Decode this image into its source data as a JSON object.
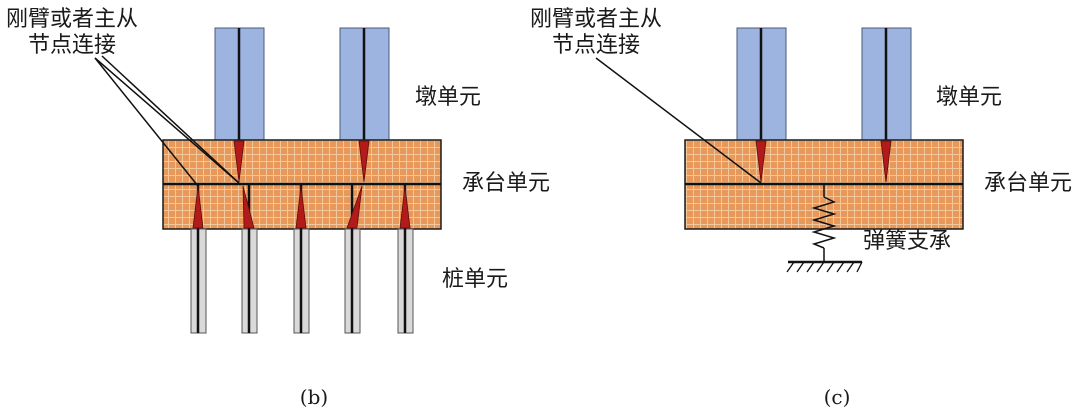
{
  "colors": {
    "pier_fill": "#9db4e0",
    "pier_stroke": "#4a5a7a",
    "cap_fill": "#e8995a",
    "cap_grid": "#f2c79c",
    "cap_stroke": "#1a1a1a",
    "link_fill": "#b31b1b",
    "pile_fill": "#d9d9d9",
    "text": "#1a1a1a"
  },
  "panel_b": {
    "callout": [
      "刚臂或者主从",
      "节点连接"
    ],
    "label_pier": "墩单元",
    "label_cap": "承台单元",
    "label_pile": "桩单元",
    "caption": "(b)"
  },
  "panel_c": {
    "callout": [
      "刚臂或者主从",
      "节点连接"
    ],
    "label_pier": "墩单元",
    "label_cap": "承台单元",
    "label_spring": "弹簧支承",
    "caption": "(c)"
  }
}
